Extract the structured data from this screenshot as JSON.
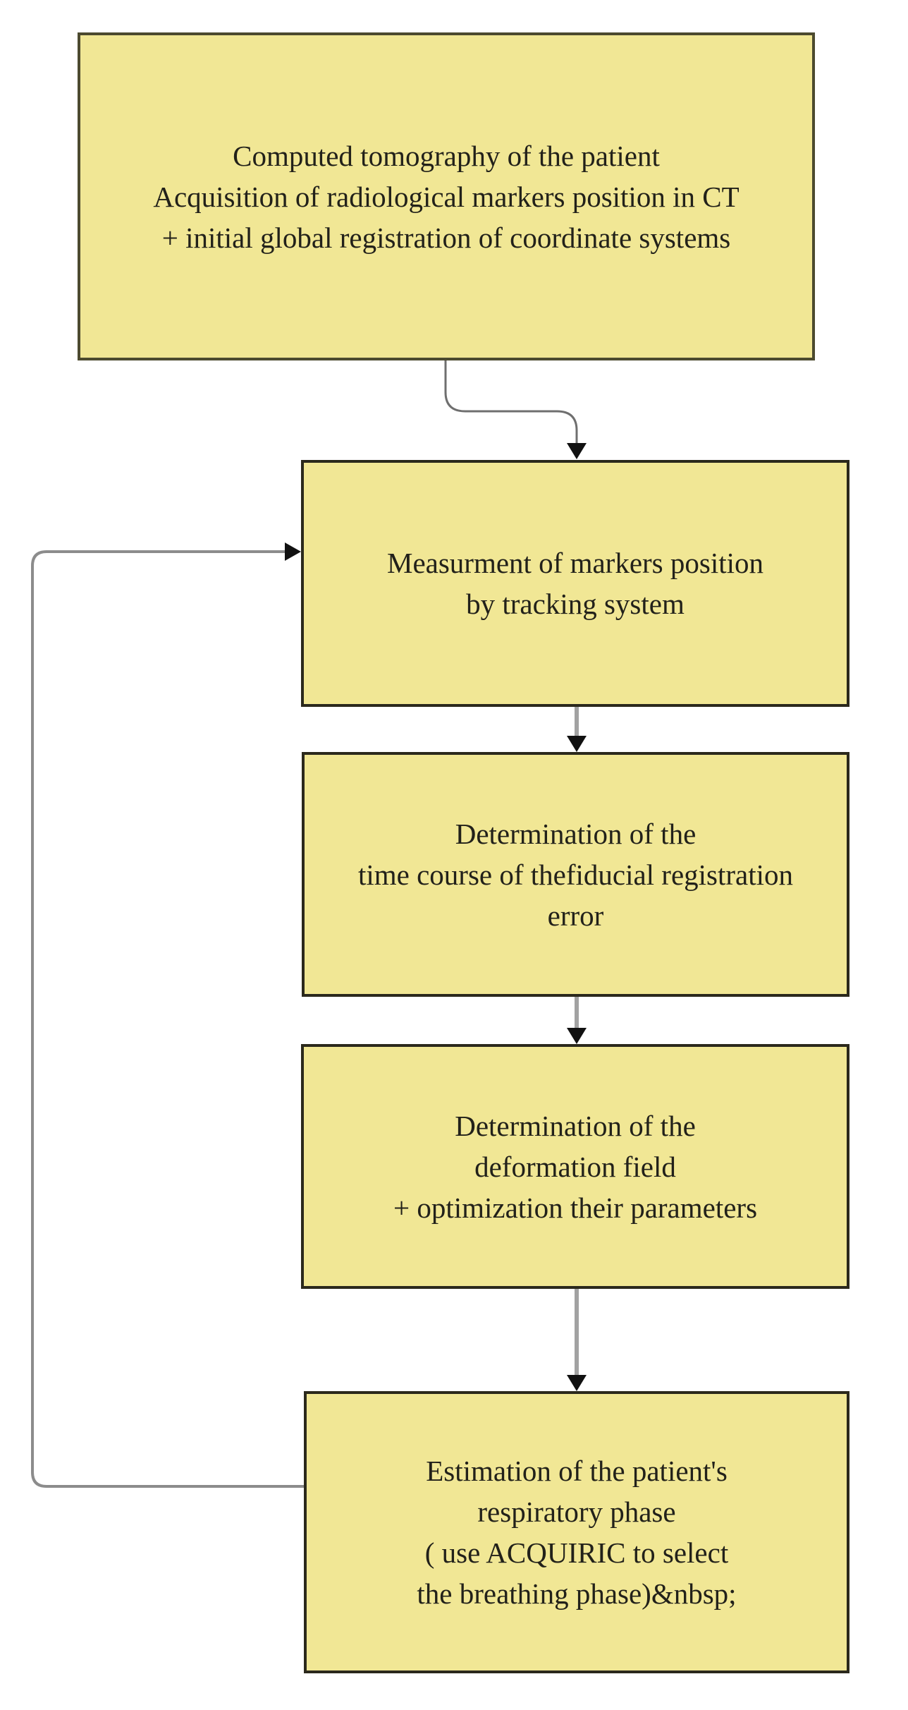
{
  "diagram": {
    "boxes": [
      {
        "id": "ct-acquisition",
        "lines": [
          "Computed tomography of the patient",
          "Acquisition of radiological markers position in CT",
          "+ initial global registration of coordinate systems"
        ]
      },
      {
        "id": "marker-measurement",
        "lines": [
          "Measurment of markers position",
          "by tracking system"
        ]
      },
      {
        "id": "fre-time-course",
        "lines": [
          "Determination of the",
          "time course of thefiducial registration",
          "error"
        ]
      },
      {
        "id": "deformation-field",
        "lines": [
          "Determination of the",
          "deformation field",
          "+ optimization their parameters"
        ]
      },
      {
        "id": "respiratory-phase",
        "lines": [
          "Estimation of the patient's",
          "respiratory phase",
          "( use ACQUIRIC to select",
          "the breathing phase)&nbsp;"
        ]
      }
    ],
    "connections": [
      {
        "from": "ct-acquisition",
        "to": "marker-measurement"
      },
      {
        "from": "marker-measurement",
        "to": "fre-time-course"
      },
      {
        "from": "fre-time-course",
        "to": "deformation-field"
      },
      {
        "from": "deformation-field",
        "to": "respiratory-phase"
      },
      {
        "from": "respiratory-phase",
        "to": "marker-measurement",
        "type": "feedback-loop"
      }
    ]
  },
  "colors": {
    "page_bg": "#ffffff",
    "box_fill": "#f1e795",
    "box_border": "#2b291c",
    "box1_border": "#4c4a2f",
    "text_color": "#22211a",
    "connector_gray": "#a2a2a2",
    "connector_dark": "#6f6f6f",
    "loop_gray": "#8c8c8c",
    "arrow_black": "#111111"
  }
}
